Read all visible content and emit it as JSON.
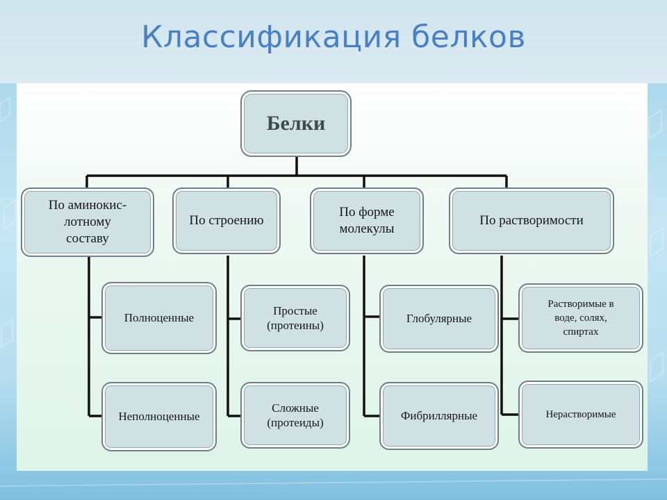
{
  "title": "Классификация белков",
  "diagram": {
    "root": "Белки",
    "categories": [
      {
        "label": "По аминокис-\nлотному\nсоставу",
        "children": [
          "Полноценные",
          "Неполноценные"
        ]
      },
      {
        "label": "По строению",
        "children": [
          "Простые\n(протеины)",
          "Сложные\n(протеиды)"
        ]
      },
      {
        "label": "По форме\nмолекулы",
        "children": [
          "Глобулярные",
          "Фибриллярные"
        ]
      },
      {
        "label": "По растворимости",
        "children": [
          "Растворимые в\nводе, солях,\nспиртах",
          "Нерастворимые"
        ]
      }
    ]
  },
  "colors": {
    "title": "#4b7fc3",
    "node_fill": "#cfe1e3",
    "connector": "#111111"
  }
}
